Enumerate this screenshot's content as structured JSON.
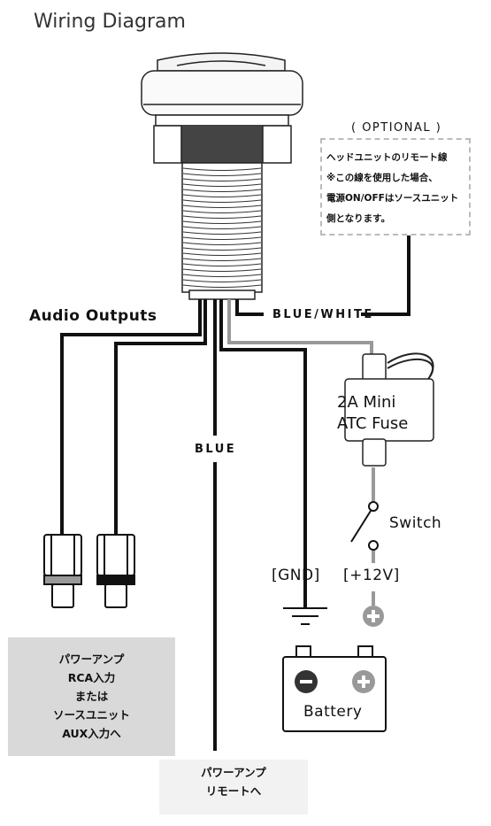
{
  "title": "Wiring Diagram",
  "labels": {
    "audio_outputs": "Audio Outputs",
    "blue_white": "BLUE/WHITE",
    "blue": "BLUE",
    "optional_header": "( OPTIONAL )",
    "optional_note": [
      "ヘッドユニットのリモート線",
      "※この線を使用した場合、",
      "電源ON/OFFはソースユニット",
      "側となります。"
    ],
    "fuse_line1": "2A Mini",
    "fuse_line2": "ATC Fuse",
    "switch": "Switch",
    "gnd": "[GND]",
    "plus12v": "[+12V]",
    "battery": "Battery",
    "amp_rca_box": [
      "パワーアンプ",
      "RCA入力",
      "または",
      "ソースユニット",
      "AUX入力へ"
    ],
    "amp_remote_box": [
      "パワーアンプ",
      "リモートへ"
    ]
  },
  "icons": {
    "head_unit": "marine-source-unit",
    "rca_plugs": "rca-connector",
    "fuse": "mini-atc-fuse",
    "switch": "toggle-switch",
    "ground": "ground-symbol",
    "battery": "battery",
    "positive": "plus-circle",
    "negative": "minus-circle"
  },
  "colors": {
    "wire": "#111111",
    "gray_wire": "#999999",
    "box_gray": "#d9d9d9",
    "box_light": "#f2f2f2"
  }
}
